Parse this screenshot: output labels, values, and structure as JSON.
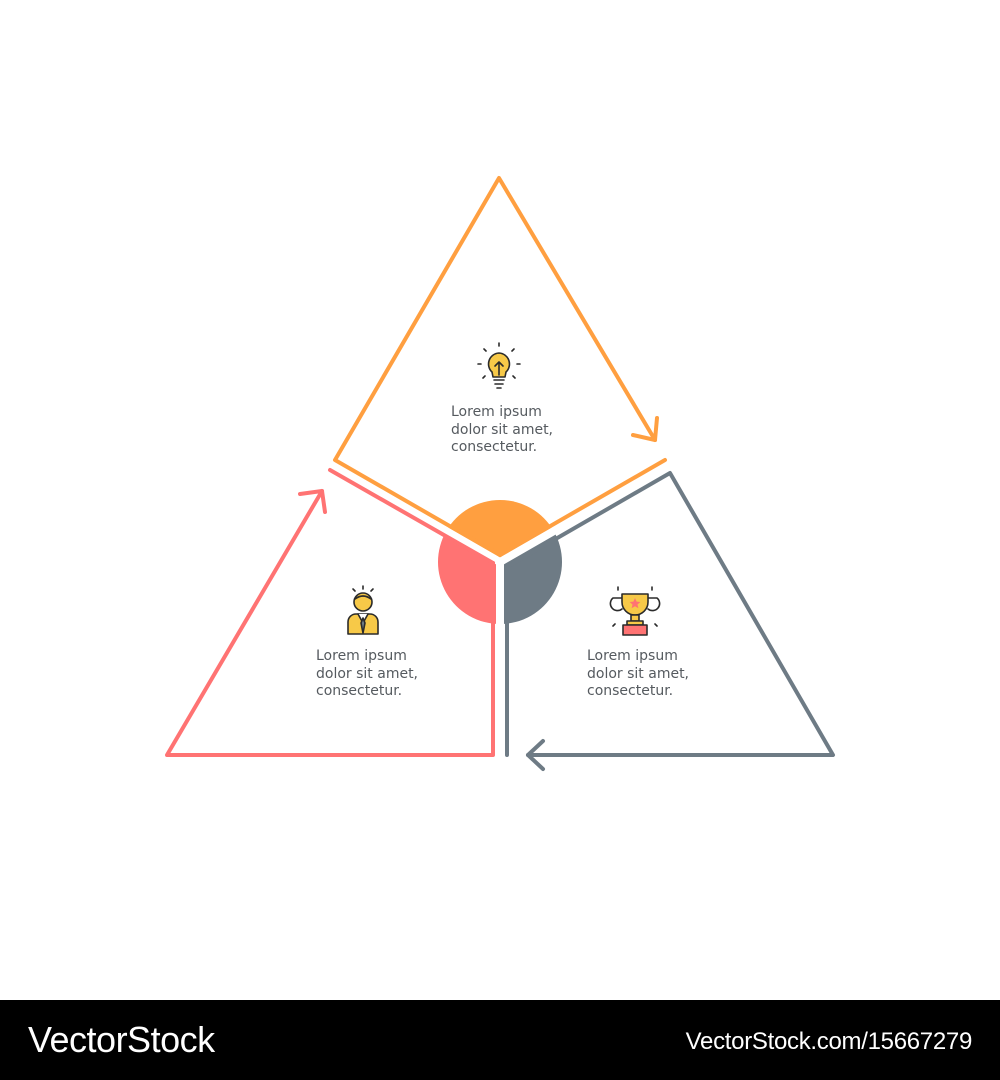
{
  "colors": {
    "orange": "#ff9f40",
    "coral": "#ff7373",
    "slate": "#6e7b85",
    "text": "#555a5f",
    "footer_bg": "#000000",
    "icon_outline": "#2b2b2b",
    "icon_yellow": "#f7c948"
  },
  "segments": [
    {
      "id": "top",
      "color": "orange",
      "icon": "lightbulb-icon",
      "text_lines": [
        "Lorem ipsum",
        "dolor sit amet,",
        "consectetur."
      ]
    },
    {
      "id": "left",
      "color": "coral",
      "icon": "person-icon",
      "text_lines": [
        "Lorem ipsum",
        "dolor sit amet,",
        "consectetur."
      ]
    },
    {
      "id": "right",
      "color": "slate",
      "icon": "trophy-icon",
      "text_lines": [
        "Lorem ipsum",
        "dolor sit amet,",
        "consectetur."
      ]
    }
  ],
  "footer": {
    "brand": "VectorStock",
    "image_id": "VectorStock.com/15667279"
  }
}
